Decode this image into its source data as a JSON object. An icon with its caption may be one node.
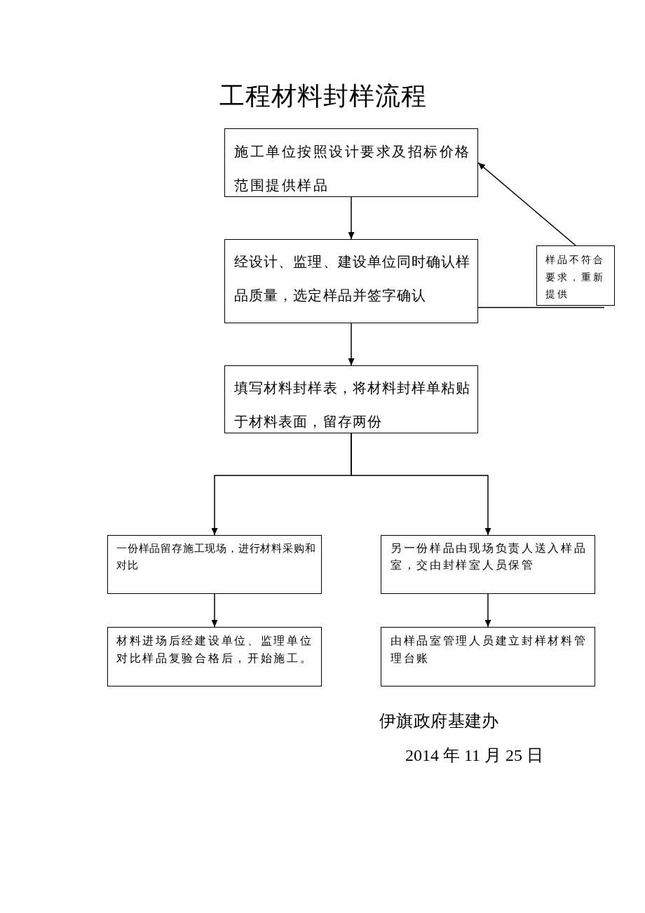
{
  "diagram": {
    "title": "工程材料封样流程",
    "nodes": [
      {
        "text": [
          "施工单位按照设计要求及招标价格范围提供样品"
        ]
      },
      {
        "text": [
          "经设计、监理、建设单位同时确认样品质量，选定样品并签字确认"
        ]
      },
      {
        "text": [
          "样品不符合要求，重新提供"
        ]
      },
      {
        "text": [
          "填写材料封样表，将材料封样单粘贴于材料表面，留存两份"
        ]
      },
      {
        "text": [
          "一份样品留存施工现场，进行材料采购和对比"
        ]
      },
      {
        "text": [
          "另一份样品由现场负责人送入样品室，交由封样室人员保管"
        ]
      },
      {
        "text": [
          "材料进场后经建设单位、监理单位对比样品复验合格后，开始施工。"
        ]
      },
      {
        "text": [
          "由样品室管理人员建立封样材料管理台账"
        ]
      }
    ],
    "edges": [
      {
        "from": 0,
        "to": 1,
        "arrow": "to"
      },
      {
        "from": 1,
        "to": 2,
        "arrow": "none"
      },
      {
        "from": 2,
        "to": 0,
        "arrow": "to"
      },
      {
        "from": 1,
        "to": 3,
        "arrow": "to"
      },
      {
        "from": 3,
        "to": 4,
        "arrow": "to"
      },
      {
        "from": 3,
        "to": 5,
        "arrow": "to"
      },
      {
        "from": 4,
        "to": 6,
        "arrow": "to"
      },
      {
        "from": 5,
        "to": 7,
        "arrow": "to"
      }
    ],
    "labels": [
      "伊旗政府基建办",
      "2014 年 11 月 25 日"
    ]
  }
}
